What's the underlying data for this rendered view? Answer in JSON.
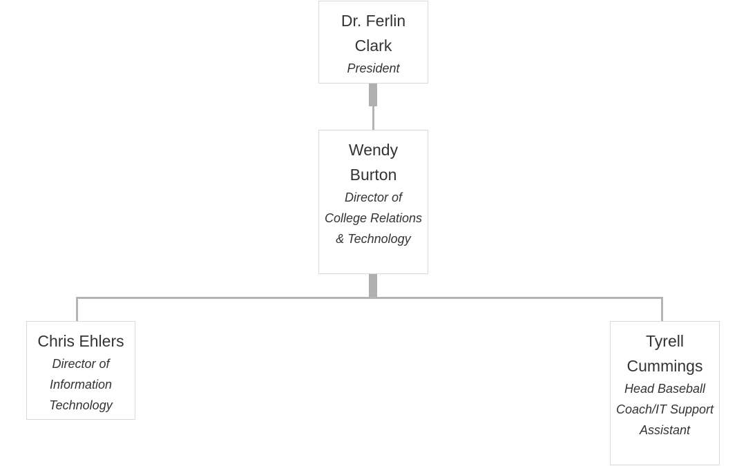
{
  "nodes": {
    "president": {
      "name": "Dr. Ferlin Clark",
      "title": "President"
    },
    "director_college_relations": {
      "name": "Wendy Burton",
      "title": "Director of College Relations & Technology"
    },
    "director_it": {
      "name": "Chris Ehlers",
      "title": "Director of Information Technology"
    },
    "head_baseball_coach": {
      "name": "Tyrell Cummings",
      "title": "Head Baseball Coach/IT Support Assistant"
    }
  },
  "colors": {
    "border": "#d9d9d9",
    "connector": "#b4b4b4",
    "text": "#333333"
  }
}
